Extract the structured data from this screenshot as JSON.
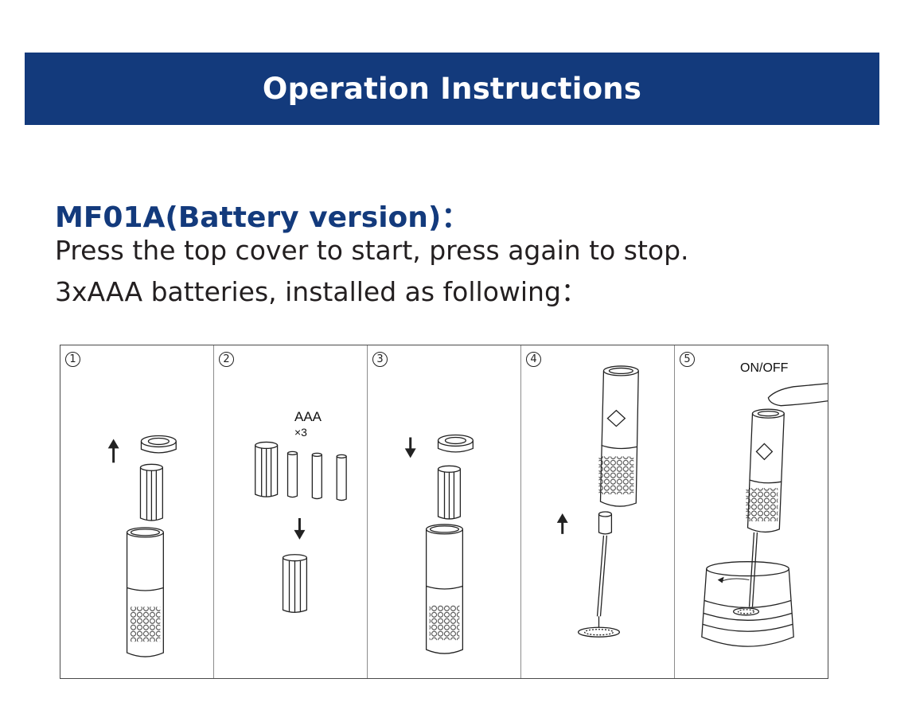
{
  "header": {
    "title": "Operation Instructions"
  },
  "content": {
    "model_heading": "MF01A(Battery version)：",
    "line1": "Press the top cover to start, press again to stop.",
    "line2": "3xAAA batteries, installed as following："
  },
  "steps": [
    {
      "number": "1"
    },
    {
      "number": "2",
      "caption": "AAA",
      "quantity": "×3"
    },
    {
      "number": "3"
    },
    {
      "number": "4"
    },
    {
      "number": "5",
      "caption": "ON/OFF"
    }
  ],
  "colors": {
    "banner": "#133a7c",
    "heading": "#133a7c",
    "body_text": "#231f20"
  }
}
